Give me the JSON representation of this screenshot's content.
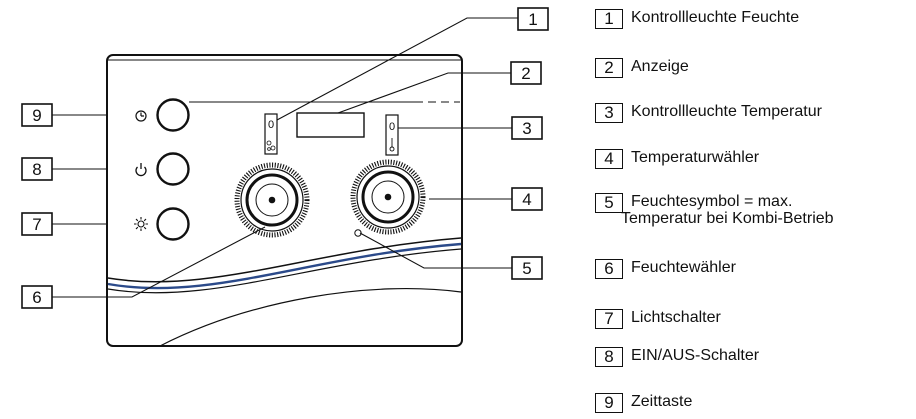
{
  "callout_numbers": [
    "1",
    "2",
    "3",
    "4",
    "5",
    "6",
    "7",
    "8",
    "9"
  ],
  "legend": [
    {
      "num": "1",
      "lines": [
        "Kontrollleuchte Feuchte"
      ]
    },
    {
      "num": "2",
      "lines": [
        "Anzeige"
      ]
    },
    {
      "num": "3",
      "lines": [
        "Kontrollleuchte Temperatur"
      ]
    },
    {
      "num": "4",
      "lines": [
        "Temperaturwähler"
      ]
    },
    {
      "num": "5",
      "lines": [
        "Feuchtesymbol = max.",
        "Temperatur bei Kombi-Betrieb"
      ]
    },
    {
      "num": "6",
      "lines": [
        "Feuchtewähler"
      ]
    },
    {
      "num": "7",
      "lines": [
        "Lichtschalter"
      ]
    },
    {
      "num": "8",
      "lines": [
        "EIN/AUS-Schalter"
      ]
    },
    {
      "num": "9",
      "lines": [
        "Zeittaste"
      ]
    }
  ],
  "panel": {
    "button_icons": [
      "clock-icon",
      "power-icon",
      "light-icon"
    ],
    "indicator_left_label": "0",
    "indicator_right_label": "0"
  }
}
